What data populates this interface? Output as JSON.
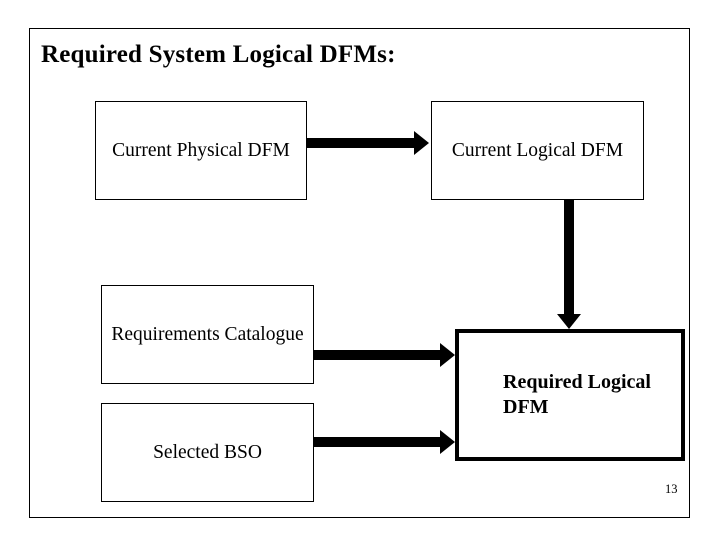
{
  "slide": {
    "title": "Required System Logical DFMs:",
    "page_number": "13",
    "colors": {
      "background": "#ffffff",
      "foreground": "#000000",
      "border": "#000000"
    }
  },
  "diagram": {
    "type": "flow",
    "nodes": [
      {
        "id": "current-physical-dfm",
        "label": "Current Physical DFM",
        "style": "thin"
      },
      {
        "id": "current-logical-dfm",
        "label": "Current Logical DFM",
        "style": "thin"
      },
      {
        "id": "requirements-catalogue",
        "label": "Requirements Catalogue",
        "style": "thin"
      },
      {
        "id": "selected-bso",
        "label": "Selected BSO",
        "style": "thin"
      },
      {
        "id": "required-logical-dfm",
        "label": "Required Logical DFM",
        "style": "thick-bold"
      }
    ],
    "edges": [
      {
        "from": "current-physical-dfm",
        "to": "current-logical-dfm",
        "direction": "right"
      },
      {
        "from": "current-logical-dfm",
        "to": "required-logical-dfm",
        "direction": "down"
      },
      {
        "from": "requirements-catalogue",
        "to": "required-logical-dfm",
        "direction": "right"
      },
      {
        "from": "selected-bso",
        "to": "required-logical-dfm",
        "direction": "right"
      }
    ]
  }
}
